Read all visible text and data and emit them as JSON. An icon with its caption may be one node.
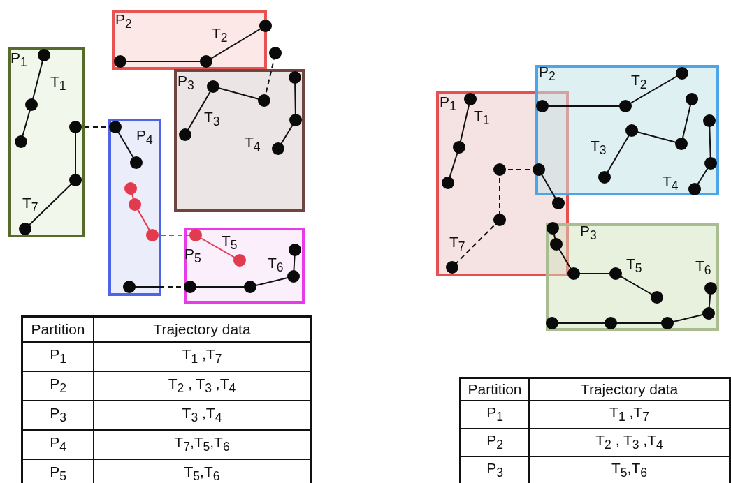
{
  "diagram": {
    "nodes": [
      {
        "text": [
          "P$_{1}$",
          "T$_{1}$",
          "T$_{7}$"
        ]
      },
      {
        "text": [
          "P$_{2}$",
          "T$_{2}$"
        ]
      },
      {
        "text": [
          "P$_{3}$",
          "T$_{3}$",
          "T$_{4}$"
        ]
      },
      {
        "text": [
          "P$_{4}$"
        ]
      },
      {
        "text": [
          "P$_{5}$",
          "T$_{5}$",
          "T$_{6}$"
        ]
      },
      {
        "text": [
          "P$_{1}$",
          "T$_{1}$",
          "T$_{7}$"
        ]
      },
      {
        "text": [
          "P$_{2}$",
          "T$_{2}$",
          "T$_{3}$",
          "T$_{4}$"
        ]
      },
      {
        "text": [
          "P$_{3}$",
          "T$_{5}$",
          "T$_{6}$"
        ]
      }
    ],
    "labels": [
      "Partition",
      "Trajectory data",
      "P$_{1}$",
      "T$_{1}$ ,T$_{7}$",
      "P$_{2}$",
      "T$_{2}$ , T$_{3}$ ,T$_{4}$",
      "P$_{3}$",
      "T$_{3}$ ,T$_{4}$",
      "P$_{4}$",
      "T$_{7}$,T$_{5}$,T$_{6}$",
      "P$_{5}$",
      "T$_{5}$,T$_{6}$",
      "Partition",
      "Trajectory data",
      "P$_{1}$",
      "T$_{1}$ ,T$_{7}$",
      "P$_{2}$",
      "T$_{2}$ , T$_{3}$ ,T$_{4}$",
      "P$_{3}$",
      "T$_{5}$,T$_{6}$"
    ]
  }
}
